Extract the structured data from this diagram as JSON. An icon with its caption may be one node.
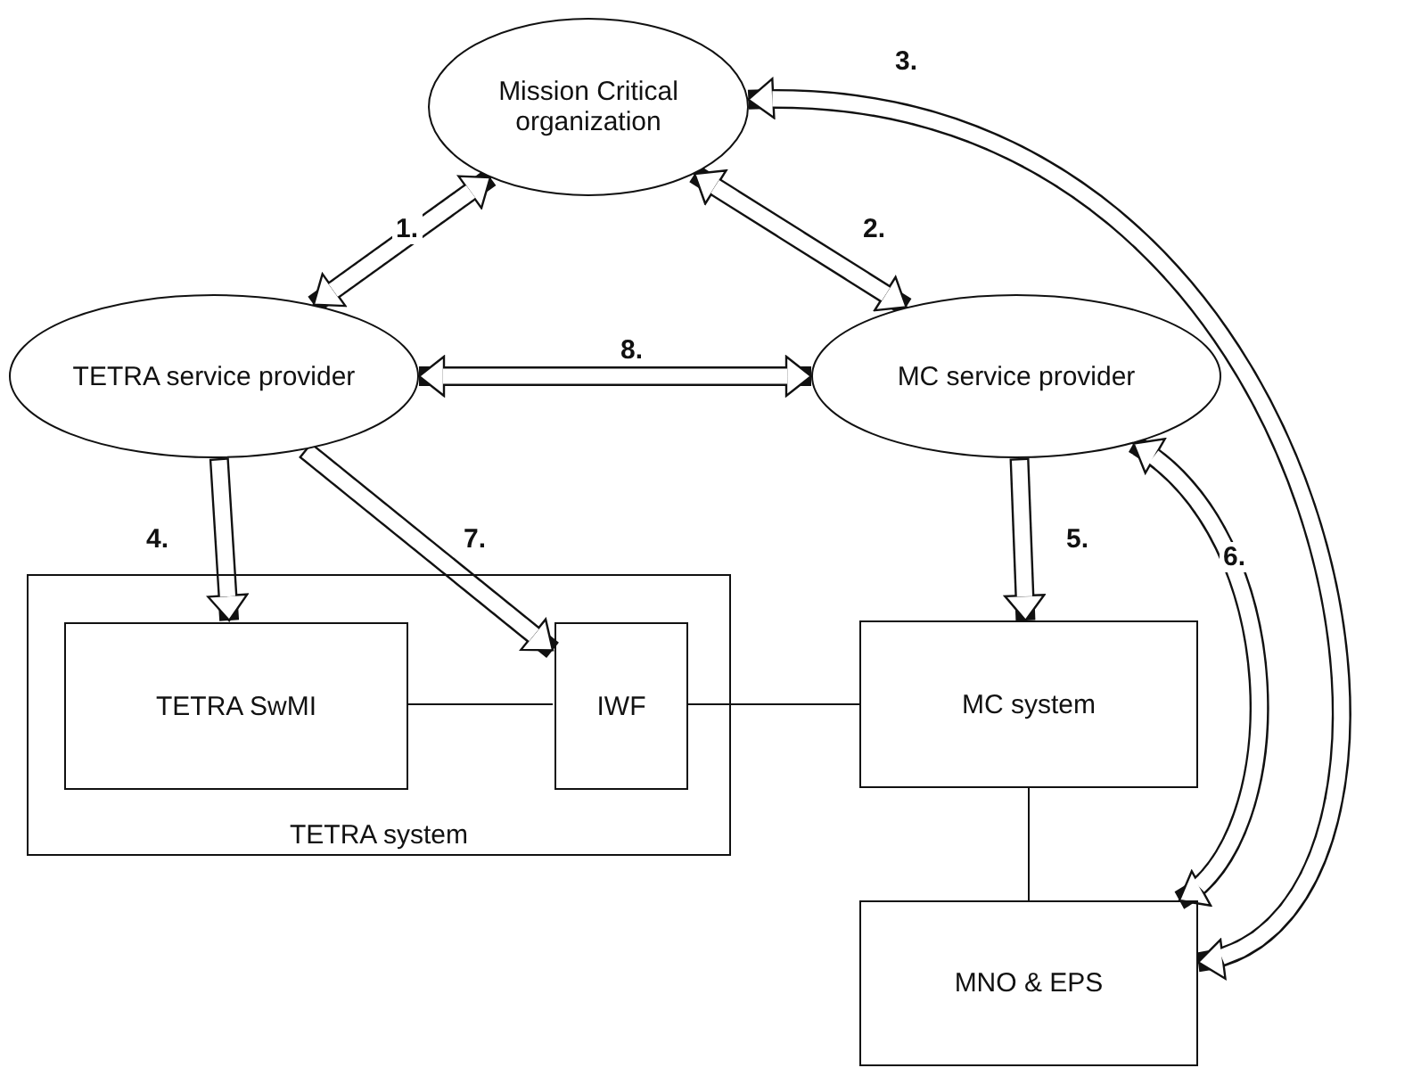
{
  "diagram": {
    "nodes": [
      {
        "text": [
          "Mission Critical organization"
        ]
      },
      {
        "text": [
          "TETRA service provider"
        ]
      },
      {
        "text": [
          "MC service provider"
        ]
      },
      {
        "text": [
          "TETRA system"
        ]
      },
      {
        "text": [
          "TETRA SwMI"
        ],
        "in": 3
      },
      {
        "text": [
          "IWF"
        ],
        "in": 3
      },
      {
        "text": [
          "MC system"
        ]
      },
      {
        "text": [
          "MNO & EPS"
        ]
      }
    ],
    "edges": [
      {
        "from": 1,
        "to": 0,
        "arrow": "both",
        "label": "1."
      },
      {
        "from": 0,
        "to": 2,
        "arrow": "both",
        "label": "2."
      },
      {
        "from": 7,
        "to": 0,
        "arrow": "both",
        "label": "3."
      },
      {
        "from": 1,
        "to": 4,
        "arrow": "to",
        "label": "4."
      },
      {
        "from": 2,
        "to": 6,
        "arrow": "to",
        "label": "5."
      },
      {
        "from": 2,
        "to": 7,
        "arrow": "both",
        "label": "6."
      },
      {
        "from": 1,
        "to": 5,
        "arrow": "to",
        "label": "7."
      },
      {
        "from": 1,
        "to": 2,
        "arrow": "both",
        "label": "8."
      },
      {
        "from": 4,
        "to": 5,
        "arrow": "none"
      },
      {
        "from": 5,
        "to": 6,
        "arrow": "none"
      },
      {
        "from": 6,
        "to": 7,
        "arrow": "none"
      }
    ]
  }
}
